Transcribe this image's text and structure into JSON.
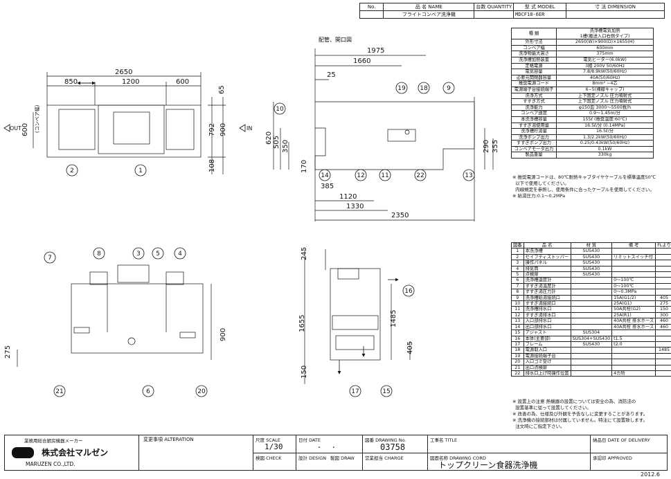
{
  "header": {
    "no_label": "No.",
    "name_label": "品 名 NAME",
    "qty_label": "台数 QUANTITY",
    "model_label": "型 式 MODEL",
    "dim_label": "寸 法 DIMENSION",
    "name_value": "フライトコンベア洗浄機",
    "model_value": "MDCF18-6ER",
    "dot": "."
  },
  "drawing": {
    "layout_title": "配管、開口図",
    "in_label": "IN",
    "out_label": "OUT",
    "conveyor_note": "(コンベア幅)",
    "front": {
      "d2650": "2650",
      "d850": "850",
      "d1200": "1200",
      "d600": "600",
      "d65": "65",
      "d792": "792",
      "d900": "900",
      "d108": "108",
      "d600b": "600"
    },
    "plan": {
      "d1975": "1975",
      "d1660": "1660",
      "d25": "25",
      "d620": "620",
      "d505": "505",
      "d350": "350",
      "d170": "170",
      "d385": "385",
      "d1120": "1120",
      "d1330": "1330",
      "d2350": "2350",
      "d290": "290",
      "d355": "355"
    },
    "side": {
      "d245": "245",
      "d1655": "1655",
      "d1485": "1485",
      "d405": "405",
      "d150": "150"
    },
    "elev": {
      "d900": "900",
      "d275": "275"
    },
    "bubbles": [
      "1",
      "2",
      "3",
      "4",
      "5",
      "6",
      "7",
      "8",
      "9",
      "10",
      "11",
      "12",
      "13",
      "14",
      "15",
      "16",
      "17",
      "18",
      "19",
      "20",
      "21",
      "22"
    ]
  },
  "spec": {
    "head": [
      "種 類",
      "洗浄槽電気加熱\n1槽(搬送入口右側タイプ)"
    ],
    "rows": [
      [
        "外形寸法",
        "2650(W)×900(D)×1655(H)"
      ],
      [
        "コンベア幅",
        "600mm"
      ],
      [
        "洗浄物最大高さ",
        "375mm"
      ],
      [
        "洗浄槽加熱装置",
        "電気ヒーター(6.0kW)"
      ],
      [
        "定格電源",
        "3相 200V 50/60Hz"
      ],
      [
        "電気容量",
        "7.8/8.9kW(50/60Hz)"
      ],
      [
        "必要元開閉器容量",
        "40A(50/60Hz)"
      ],
      [
        "推奨電源コード",
        "8mm² −4芯"
      ],
      [
        "電源端子台接続端子",
        "6−5(裸線キャップ)"
      ],
      [
        "洗浄方式",
        "上下固定ノズル 圧力噴射式"
      ],
      [
        "すすぎ方式",
        "上下固定ノズル 圧力噴射式"
      ],
      [
        "洗浄能力",
        "φ150皿 3000〜5500枚/h"
      ],
      [
        "コンベア速度",
        "0.9〜1.45m/分"
      ],
      [
        "本洗浄槽容量",
        "155ℓ (推奨温度:60℃)"
      ],
      [
        "すすぎ湯使用量",
        "16.5ℓ/分 (0.14MPa)"
      ],
      [
        "洗浄槽貯湯量",
        "16.5ℓ/分"
      ],
      [
        "洗浄ポンプ出力",
        "1.3/2.2kW(50/60Hz)"
      ],
      [
        "すすぎポンプ出力",
        "0.25/0.43kW(50/60Hz)"
      ],
      [
        "コンベアモータ出力",
        "0.1kW"
      ],
      [
        "製品重量",
        "330kg"
      ]
    ],
    "notes": [
      "※ 推奨電源コードは、80℃耐熱キャブタイヤケーブルを標準温度50℃",
      "  以下で使用してください。",
      "  内線規定を参照し、使用条件に合ったケーブルを使用してください。",
      "※ 給湯圧力:0.1〜0.2MPa"
    ]
  },
  "parts": {
    "head": [
      "図番",
      "品 名",
      "材 質",
      "備 考",
      "FLより"
    ],
    "rows": [
      [
        "1",
        "本洗浄槽",
        "SUS430",
        "",
        ""
      ],
      [
        "2",
        "セイフティストッパー",
        "SUS430",
        "リミットスイッチ付",
        ""
      ],
      [
        "3",
        "操作パネル",
        "SUS430",
        "",
        ""
      ],
      [
        "4",
        "排気筒",
        "SUS430",
        "",
        ""
      ],
      [
        "5",
        "点検扉",
        "SUS430",
        "",
        ""
      ],
      [
        "6",
        "洗浄槽温度計",
        "",
        "0〜100℃",
        ""
      ],
      [
        "7",
        "すすぎ湯温度計",
        "",
        "0〜100℃",
        ""
      ],
      [
        "8",
        "すすぎ湯圧力計",
        "",
        "0〜0.3MPa",
        ""
      ],
      [
        "9",
        "洗浄槽給湯接続口",
        "",
        "15A(G1/2)",
        "405"
      ],
      [
        "10",
        "すすぎ湯接続口",
        "",
        "25A(G1)",
        "275"
      ],
      [
        "11",
        "洗浄槽排水口",
        "",
        "50A共栓(G2)",
        "150"
      ],
      [
        "12",
        "すすぎ湯排水口",
        "",
        "25A(R1)",
        "300"
      ],
      [
        "13",
        "入口部排水口",
        "",
        "40A共栓 排水ホース",
        "460"
      ],
      [
        "14",
        "出口部排水口",
        "",
        "40A共栓 排水ホース",
        "460"
      ],
      [
        "15",
        "アジャスト",
        "SUS304",
        "",
        ""
      ],
      [
        "16",
        "本体(主要部)",
        "SUS304+SUS430",
        "t1.5",
        ""
      ],
      [
        "17",
        "フレーム",
        "SUS430",
        "t2.0",
        ""
      ],
      [
        "18",
        "電源取入口",
        "",
        "",
        "1485"
      ],
      [
        "19",
        "電源接続端子台",
        "",
        "",
        ""
      ],
      [
        "20",
        "入口ゴミ受け",
        "",
        "",
        ""
      ],
      [
        "21",
        "出口点検扉",
        "",
        "",
        ""
      ],
      [
        "22",
        "排水口上げ時操作位置",
        "",
        "4カ所",
        ""
      ]
    ],
    "notes": [
      "※ 設置上の注意 熱機器の設置については安全の為、消防法の",
      "  設置基準に従って設置してください。",
      "※ 改善の為、仕様及び外観を予告なしに変更することがあります。",
      "※ 洗浄機の接続部材は付属していません。特注にて設置致します。",
      "  注文時にご指定下さい。"
    ]
  },
  "titleblock": {
    "maker_tag": "業務用総合厨房機器メーカー",
    "company_jp": "株式会社マルゼン",
    "company_en": "MARUZEN CO.,LTD.",
    "alteration": "変更事項 ALTERATION",
    "scale_label": "尺度 SCALE",
    "scale_value": "1/30",
    "date_label": "日付 DATE",
    "date_value": "・     ・",
    "drawing_no_label": "図番 DRAWING No.",
    "drawing_no": "03758",
    "work_name_label": "工事名 TITLE",
    "delivery_label": "納品日 DATE OF DELIVERY",
    "check": "検図 CHECK",
    "design": "設計 DESIGN",
    "draw": "製図 DRAW",
    "charge": "営業担当 CHARGE",
    "cord_label": "図面名称 DRAWING CORD",
    "cord_value": "トップクリーン食器洗浄機",
    "approved": "承認印 APPROVED",
    "date_stamp": "2012.6"
  }
}
